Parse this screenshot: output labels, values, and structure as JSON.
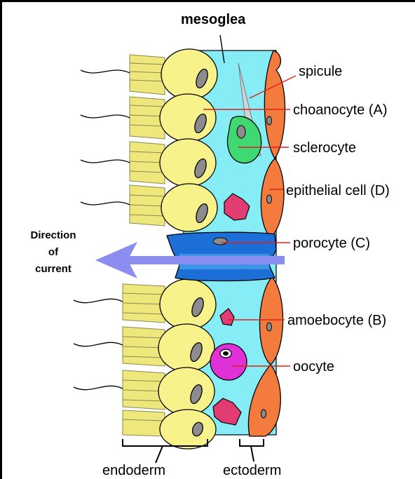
{
  "title": "mesoglea",
  "labels": {
    "spicule": "spicule",
    "choanocyte": "choanocyte (A)",
    "sclerocyte": "sclerocyte",
    "epithelial": "epithelial cell (D)",
    "porocyte": "porocyte (C)",
    "amoebocyte": "amoebocyte (B)",
    "oocyte": "oocyte",
    "endoderm": "endoderm",
    "ectoderm": "ectoderm"
  },
  "current": {
    "line1": "Direction",
    "line2": "of",
    "line3": "current"
  },
  "colors": {
    "mesoglea": "#86ecf5",
    "choanocyte": "#f7f28a",
    "collar": "#ede77c",
    "epithelial": "#f47b3e",
    "porocyte": "#1c6fd7",
    "arrow": "#8b8df0",
    "sclerocyte": "#3fd873",
    "amoebocyte": "#e23d72",
    "oocyte": "#e030d8",
    "nucleus": "#8c8c8c"
  }
}
